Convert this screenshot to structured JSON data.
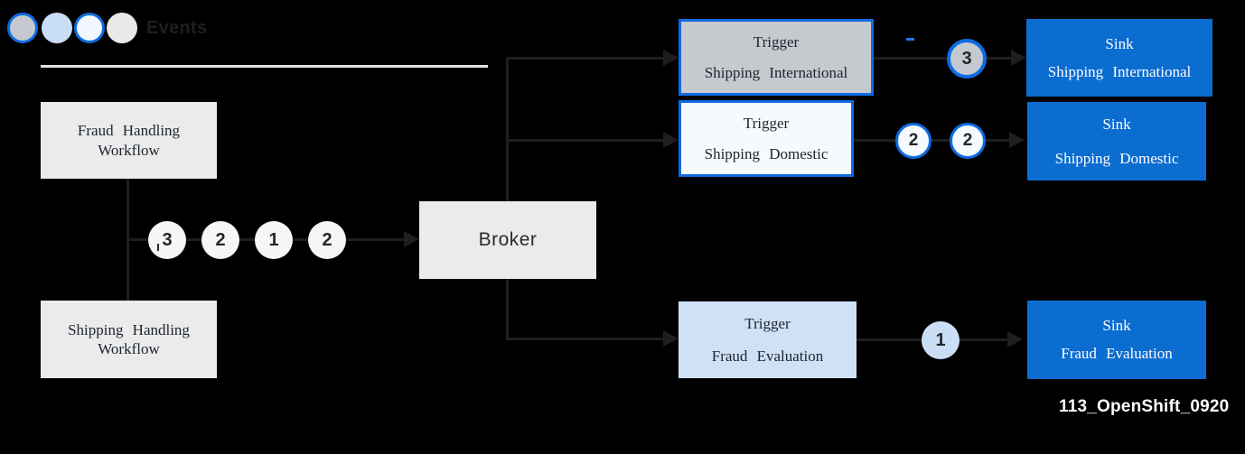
{
  "legend": {
    "label": "Events",
    "circles": [
      {
        "name": "gray-with-blue-ring",
        "fill": "#c5c9cf",
        "ring": "#0e6be4"
      },
      {
        "name": "light-blue",
        "fill": "#c9ddf4",
        "ring": null
      },
      {
        "name": "white-with-blue-ring",
        "fill": "#f2f7fd",
        "ring": "#0e6be4"
      },
      {
        "name": "light-gray",
        "fill": "#e9e9e9",
        "ring": null
      }
    ]
  },
  "workflows": [
    {
      "line1": "Fraud Handling",
      "line2": "Workflow"
    },
    {
      "line1": "Shipping Handling",
      "line2": "Workflow"
    }
  ],
  "broker": {
    "label": "Broker"
  },
  "triggers": [
    {
      "title": "Trigger",
      "subtitle": "Shipping International"
    },
    {
      "title": "Trigger",
      "subtitle": "Shipping Domestic"
    },
    {
      "title": "Trigger",
      "subtitle": "Fraud Evaluation"
    }
  ],
  "sinks": [
    {
      "title": "Sink",
      "subtitle": "Shipping International"
    },
    {
      "title": "Sink",
      "subtitle": "Shipping Domestic"
    },
    {
      "title": "Sink",
      "subtitle": "Fraud Evaluation"
    }
  ],
  "counts": {
    "broker_input": [
      "3",
      "2",
      "1",
      "2"
    ],
    "shipping_international": [
      "3"
    ],
    "shipping_domestic": [
      "2",
      "2"
    ],
    "fraud_evaluation": [
      "1"
    ]
  },
  "caption": "113_OpenShift_0920",
  "colors": {
    "background": "#000000",
    "accent_blue": "#0e6be4",
    "sink_blue": "#0b6dd0",
    "workflow_box_fill": "#ecebeb",
    "trigger_international_fill": "#c6c9ce",
    "trigger_domestic_fill": "#f7fafd",
    "trigger_fraud_fill": "#cfe1f5",
    "source_circle_fill": "#f6f6f6",
    "connector": "#1e1e1e"
  }
}
